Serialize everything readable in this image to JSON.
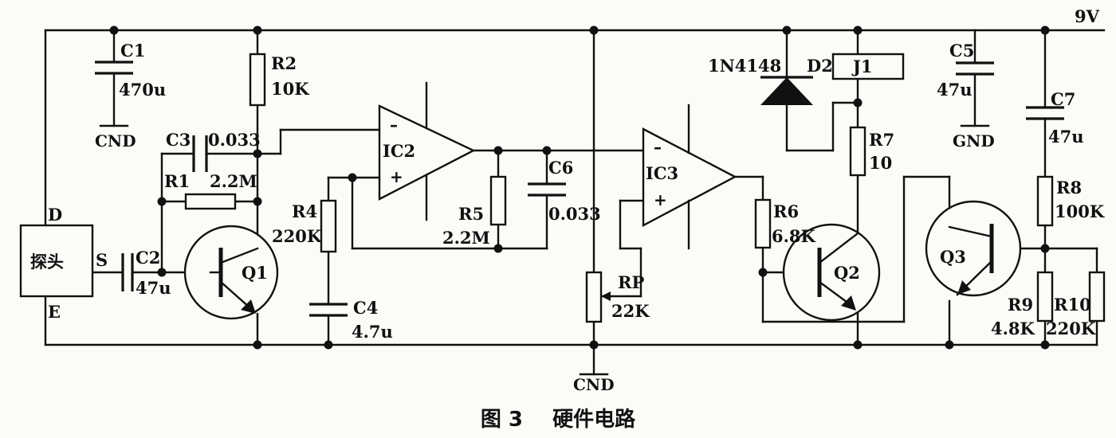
{
  "caption": {
    "figure": "图 3",
    "title": "硬件电路"
  },
  "supply": "9V",
  "probe": {
    "name": "探头",
    "pin_d": "D",
    "pin_s": "S",
    "pin_e": "E"
  },
  "components": {
    "C1": {
      "ref": "C1",
      "value": "470u"
    },
    "C2": {
      "ref": "C2",
      "value": "47u"
    },
    "C3": {
      "ref": "C3",
      "value": "0.033"
    },
    "C4": {
      "ref": "C4",
      "value": "4.7u"
    },
    "C5": {
      "ref": "C5",
      "value": "47u"
    },
    "C6": {
      "ref": "C6",
      "value": "0.033"
    },
    "C7": {
      "ref": "C7",
      "value": "47u"
    },
    "R1": {
      "ref": "R1",
      "value": "2.2M"
    },
    "R2": {
      "ref": "R2",
      "value": "10K"
    },
    "R4": {
      "ref": "R4",
      "value": "220K"
    },
    "R5": {
      "ref": "R5",
      "value": "2.2M"
    },
    "R6": {
      "ref": "R6",
      "value": "6.8K"
    },
    "R7": {
      "ref": "R7",
      "value": "10"
    },
    "R8": {
      "ref": "R8",
      "value": "100K"
    },
    "R9": {
      "ref": "R9",
      "value": "4.8K"
    },
    "R10": {
      "ref": "R10",
      "value": "220K"
    },
    "RP": {
      "ref": "RP",
      "value": "22K"
    },
    "IC2": {
      "ref": "IC2"
    },
    "IC3": {
      "ref": "IC3"
    },
    "Q1": {
      "ref": "Q1"
    },
    "Q2": {
      "ref": "Q2"
    },
    "Q3": {
      "ref": "Q3"
    },
    "D2": {
      "ref": "D2",
      "part": "1N4148"
    },
    "J1": {
      "ref": "J1"
    }
  },
  "grounds": {
    "c1": "CND",
    "main": "CND",
    "c5": "GND"
  },
  "opamp_signs": {
    "minus": "–",
    "plus": "+"
  }
}
